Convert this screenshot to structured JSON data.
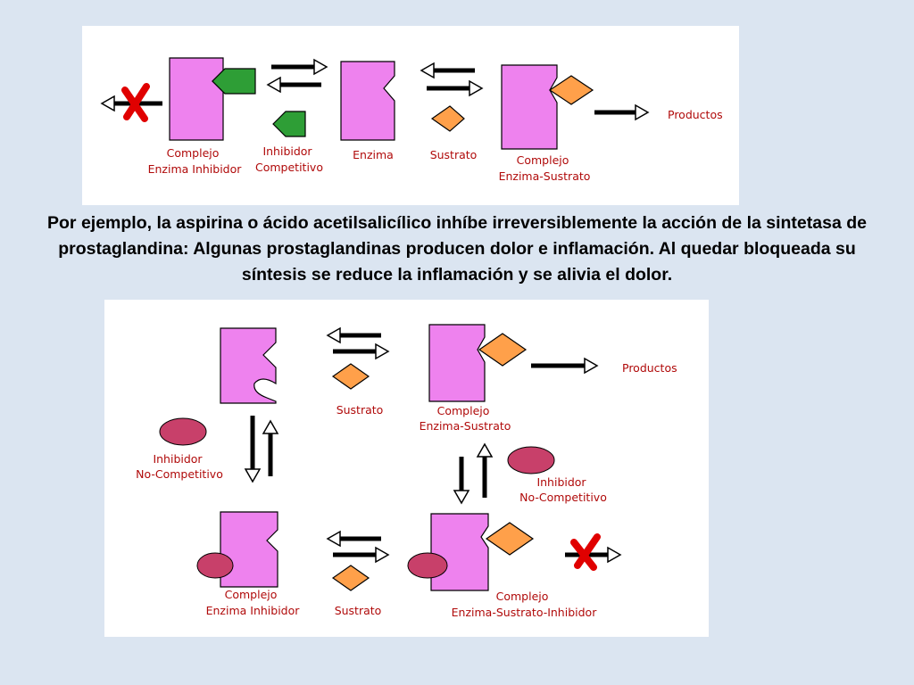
{
  "colors": {
    "background": "#dbe5f1",
    "panel": "#ffffff",
    "enzyme": "#ee82ee",
    "competitive_inhibitor": "#2e9e36",
    "substrate": "#ffa04a",
    "noncompetitive_inhibitor": "#c8406a",
    "label_text": "#b00a0a",
    "blocked_mark": "#e00000"
  },
  "icons": [
    "reversible-arrows-icon",
    "reaction-arrow-icon",
    "blocked-x-icon",
    "enzyme-shape-icon",
    "substrate-diamond-icon",
    "inhibitor-icon"
  ],
  "top_diagram": {
    "complex_ei": [
      "Complejo",
      "Enzima Inhibidor"
    ],
    "competitive_inhibitor": [
      "Inhibidor",
      "Competitivo"
    ],
    "enzyme": "Enzima",
    "substrate": "Sustrato",
    "complex_es": [
      "Complejo",
      "Enzima-Sustrato"
    ],
    "products": "Productos"
  },
  "caption": "Por ejemplo, la aspirina o ácido acetilsalicílico  inhíbe irreversiblemente la acción de la sintetasa de prostaglandina: Algunas prostaglandinas producen dolor e inflamación. Al quedar bloqueada su síntesis se reduce la inflamación y se alivia el dolor.",
  "bottom_diagram": {
    "substrate_top": "Sustrato",
    "complex_es": [
      "Complejo",
      "Enzima-Sustrato"
    ],
    "products": "Productos",
    "noncompetitive_left": [
      "Inhibidor",
      "No-Competitivo"
    ],
    "noncompetitive_right": [
      "Inhibidor",
      "No-Competitivo"
    ],
    "complex_ei": [
      "Complejo",
      "Enzima Inhibidor"
    ],
    "substrate_bottom": "Sustrato",
    "complex_esi": [
      "Complejo",
      "Enzima-Sustrato-Inhibidor"
    ]
  }
}
